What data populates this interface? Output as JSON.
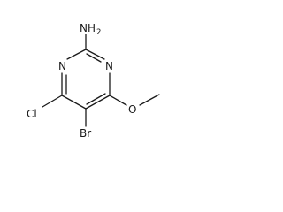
{
  "molecule": {
    "atoms": {
      "amine_n": "NH",
      "amine_h_count": "2",
      "ring_n_left": "N",
      "ring_n_right": "N",
      "chloro": "Cl",
      "bromo": "Br",
      "methoxy_o": "O"
    }
  }
}
